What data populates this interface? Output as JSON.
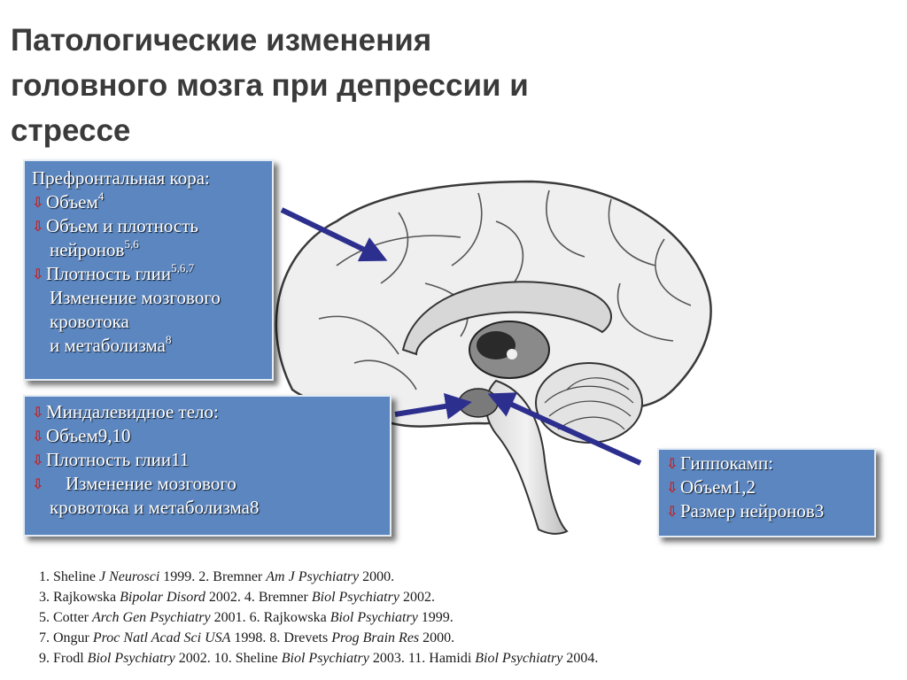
{
  "title": {
    "line1": "Патологические изменения",
    "line2": "головного мозга при депрессии и",
    "line3": "стрессе"
  },
  "colors": {
    "box_fill": "#5b86c0",
    "arrow_down": "#c62121",
    "pointer_arrow": "#2d2f8e"
  },
  "icons": {
    "bullet": "down-arrow-icon",
    "pointer": "pointer-arrow-icon"
  },
  "pfc_box": {
    "heading": "Префронтальная кора:",
    "bullet_glyph": "⇩",
    "item1": {
      "text": "Объем",
      "sup": "4"
    },
    "item2": {
      "text_line1": "Объем и плотность",
      "text_line2": "нейронов",
      "sup": "5,6"
    },
    "item3": {
      "text": "Плотность глии",
      "sup": "5,6,7"
    },
    "item4": {
      "line1": "Изменение мозгового",
      "line2": "кровотока",
      "line3": "и метаболизма",
      "sup": "8"
    }
  },
  "amygdala_box": {
    "heading": "Миндалевидное тело:",
    "bullet_glyph": "⇩",
    "item1": "Объем9,10",
    "item2": "Плотность глии11",
    "item3_line1": "Изменение мозгового",
    "item3_line2": "кровотока и метаболизма8"
  },
  "hippocampus_box": {
    "heading": "Гиппокамп:",
    "bullet_glyph": "⇩",
    "item1": "Объем1,2",
    "item2": "Размер нейронов3"
  },
  "references": [
    {
      "n1": "1. Sheline ",
      "j1": "J Neurosci",
      "y1": " 1999.  ",
      "n2": "2. Bremner ",
      "j2": "Am J Psychiatry",
      "y2": " 2000.",
      "n3": "",
      "j3": "",
      "y3": ""
    },
    {
      "n1": "3. Rajkowska ",
      "j1": "Bipolar Disord",
      "y1": " 2002. ",
      "n2": "4. Bremner ",
      "j2": "Biol Psychiatry",
      "y2": " 2002.",
      "n3": "",
      "j3": "",
      "y3": ""
    },
    {
      "n1": "5. Cotter ",
      "j1": "Arch Gen Psychiatry",
      "y1": " 2001. ",
      "n2": "6. Rajkowska ",
      "j2": "Biol Psychiatry",
      "y2": " 1999.",
      "n3": "",
      "j3": "",
      "y3": ""
    },
    {
      "n1": "7. Ongur ",
      "j1": "Proc Natl Acad Sci USA",
      "y1": " 1998. ",
      "n2": "8. Drevets ",
      "j2": "Prog Brain Res",
      "y2": " 2000.",
      "n3": "",
      "j3": "",
      "y3": ""
    },
    {
      "n1": "9. Frodl ",
      "j1": "Biol Psychiatry",
      "y1": " 2002. ",
      "n2": "10. Sheline ",
      "j2": "Biol Psychiatry",
      "y2": " 2003. ",
      "n3": "11. Hamidi ",
      "j3": "Biol Psychiatry",
      "y3": " 2004."
    }
  ]
}
